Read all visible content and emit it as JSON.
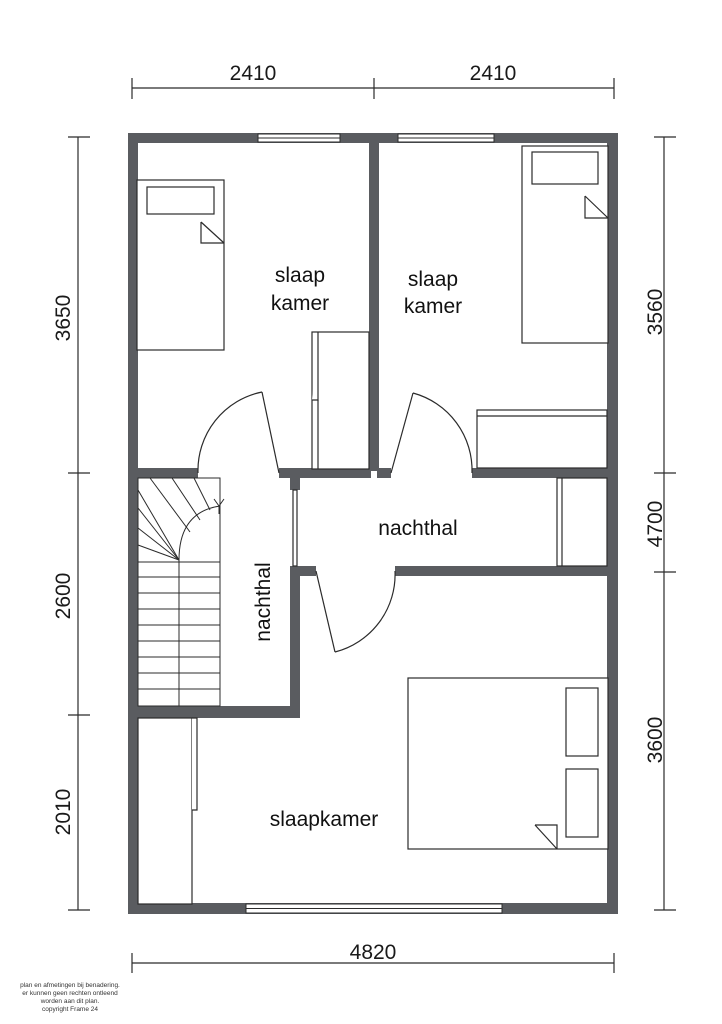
{
  "dimensions": {
    "top_left": "2410",
    "top_right": "2410",
    "bottom": "4820",
    "left_top": "3650",
    "left_middle": "2600",
    "left_bottom": "2010",
    "right_top": "3560",
    "right_middle": "4700",
    "right_bottom": "3600"
  },
  "rooms": {
    "bedroom_1_line1": "slaap",
    "bedroom_1_line2": "kamer",
    "bedroom_2_line1": "slaap",
    "bedroom_2_line2": "kamer",
    "landing_horizontal": "nachthal",
    "landing_vertical": "nachthal",
    "bedroom_main": "slaapkamer"
  },
  "disclaimer": {
    "line1": "plan en afmetingen bij benadering.",
    "line2": "er kunnen geen rechten ontleend",
    "line3": "worden aan dit plan.",
    "line4": "copyright Frame 24"
  },
  "colors": {
    "wall": "#5a5c60",
    "line": "#2b2b2b"
  }
}
